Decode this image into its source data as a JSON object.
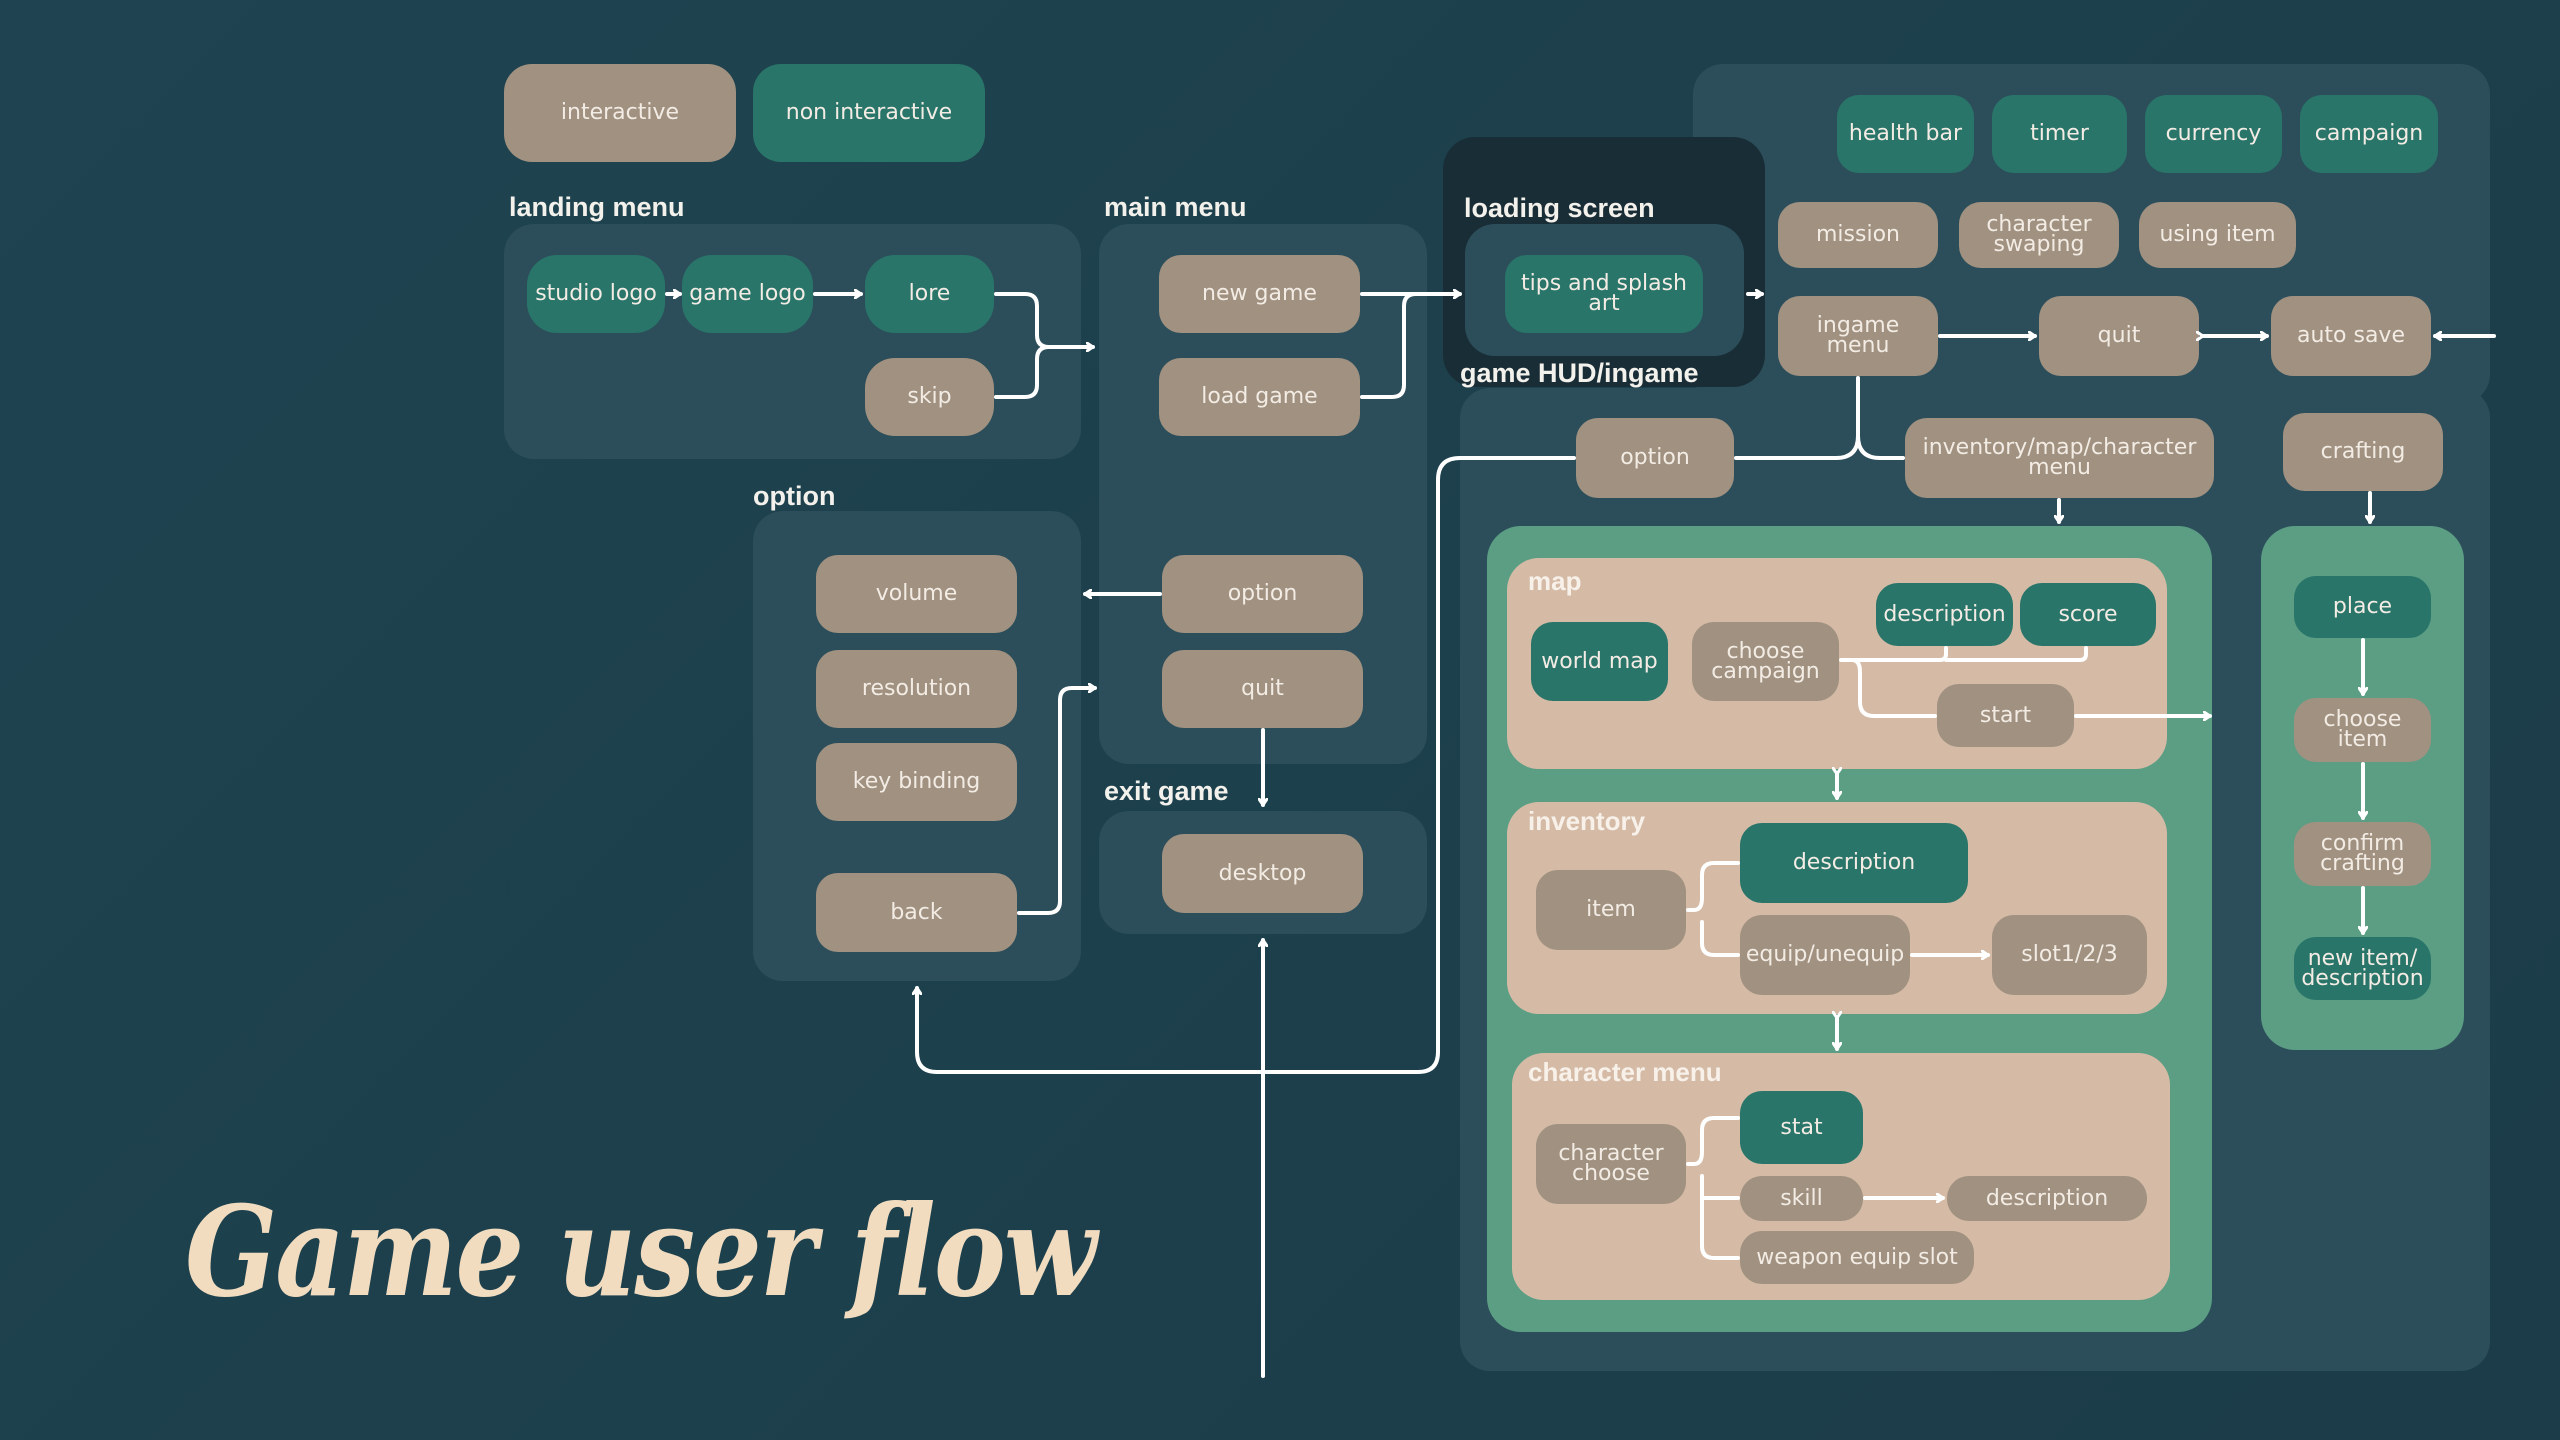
{
  "title": "Game user flow",
  "legend": {
    "interactive": "interactive",
    "non_interactive": "non interactive"
  },
  "colors": {
    "background": "#1d404c",
    "panel": "#2c4e5a",
    "interactive": "#a09180",
    "non_interactive": "#29756a",
    "submenu_green": "#5b9e84",
    "submenu_sand": "#d5bba6",
    "title": "#f2dcc0"
  },
  "landing_menu": {
    "label": "landing menu",
    "nodes": {
      "studio_logo": "studio logo",
      "game_logo": "game logo",
      "lore": "lore",
      "skip": "skip"
    }
  },
  "main_menu": {
    "label": "main menu",
    "nodes": {
      "new_game": "new game",
      "load_game": "load game",
      "option": "option",
      "quit": "quit"
    }
  },
  "loading_screen": {
    "label": "loading screen",
    "nodes": {
      "tips": "tips and splash art"
    }
  },
  "option_menu": {
    "label": "option",
    "nodes": {
      "volume": "volume",
      "resolution": "resolution",
      "key_binding": "key binding",
      "back": "back"
    }
  },
  "exit_game": {
    "label": "exit game",
    "nodes": {
      "desktop": "desktop"
    }
  },
  "game_hud": {
    "label": "game HUD/ingame",
    "hud_items": {
      "health_bar": "health bar",
      "timer": "timer",
      "currency": "currency",
      "campaign": "campaign"
    },
    "actions": {
      "mission": "mission",
      "character_swaping": "character\nswaping",
      "using_item": "using item"
    },
    "ingame_menu": "ingame menu",
    "quit": "quit",
    "auto_save": "auto save",
    "option": "option",
    "inv_map_char": "inventory/map/character\nmenu",
    "crafting": "crafting"
  },
  "map": {
    "label": "map",
    "nodes": {
      "world_map": "world map",
      "choose_campaign": "choose\ncampaign",
      "description": "description",
      "score": "score",
      "start": "start"
    }
  },
  "inventory": {
    "label": "inventory",
    "nodes": {
      "item": "item",
      "description": "description",
      "equip": "equip/unequip",
      "slot": "slot1/2/3"
    }
  },
  "character_menu": {
    "label": "character menu",
    "nodes": {
      "character_choose": "character\nchoose",
      "stat": "stat",
      "skill": "skill",
      "description": "description",
      "weapon_slot": "weapon equip slot"
    }
  },
  "crafting_flow": {
    "nodes": {
      "place": "place",
      "choose_item": "choose item",
      "confirm": "confirm\ncrafting",
      "new_item": "new item/\ndescription"
    }
  }
}
